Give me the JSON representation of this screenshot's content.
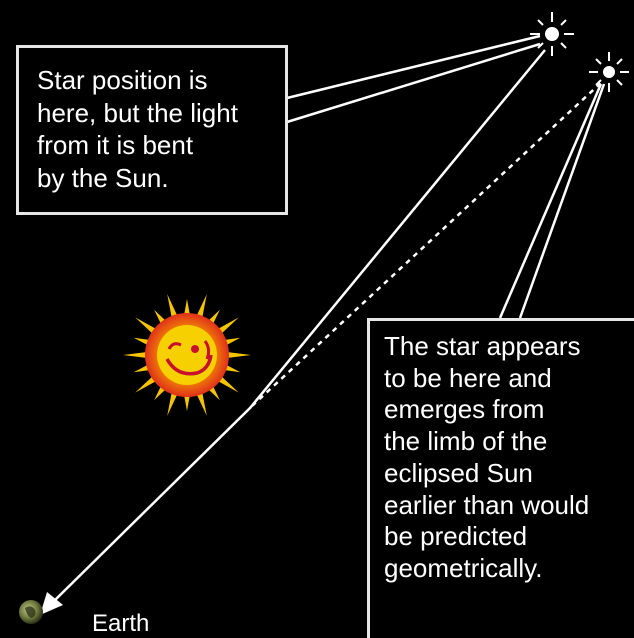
{
  "callouts": {
    "star_position": {
      "lines": [
        "Star position is",
        "here, but the light",
        "from it is bent",
        "by the Sun."
      ]
    },
    "apparent_star": {
      "lines": [
        "The star appears",
        "to be here and",
        "emerges from",
        "the limb of the",
        "eclipsed Sun",
        "earlier than would",
        "be predicted",
        "geometrically."
      ]
    }
  },
  "labels": {
    "earth": "Earth"
  },
  "colors": {
    "background": "#000000",
    "lines": "#ffffff",
    "box_border": "#e6e6e6",
    "sun_rays": "#f5c400",
    "sun_core": "#e8401c",
    "sun_face": "#f6d000",
    "earth": "#6f7a3e"
  },
  "icons": {
    "true_star": "sparkle-star-icon",
    "apparent_star": "sparkle-star-icon",
    "sun": "smiling-sun-icon",
    "earth": "planet-icon"
  }
}
